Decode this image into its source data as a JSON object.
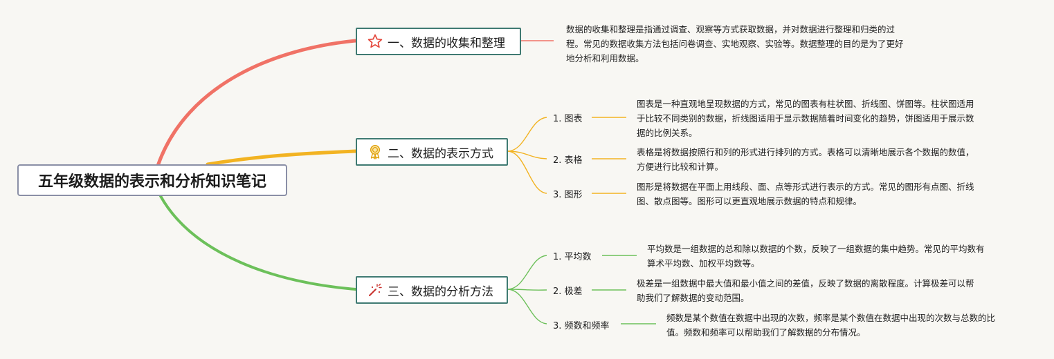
{
  "root": {
    "title": "五年级数据的表示和分析知识笔记"
  },
  "branches": [
    {
      "title": "一、数据的收集和整理",
      "icon": "star-icon",
      "color": "#f07266",
      "description": "数据的收集和整理是指通过调查、观察等方式获取数据，并对数据进行整理和归类的过程。常见的数据收集方法包括问卷调查、实地观察、实验等。数据整理的目的是为了更好地分析和利用数据。"
    },
    {
      "title": "二、数据的表示方式",
      "icon": "award-ribbon-icon",
      "color": "#f2b322",
      "items": [
        {
          "label": "1. 图表",
          "description": "图表是一种直观地呈现数据的方式，常见的图表有柱状图、折线图、饼图等。柱状图适用于比较不同类别的数据，折线图适用于显示数据随着时间变化的趋势，饼图适用于展示数据的比例关系。"
        },
        {
          "label": "2. 表格",
          "description": "表格是将数据按照行和列的形式进行排列的方式。表格可以清晰地展示各个数据的数值，方便进行比较和计算。"
        },
        {
          "label": "3. 图形",
          "description": "图形是将数据在平面上用线段、面、点等形式进行表示的方式。常见的图形有点图、折线图、散点图等。图形可以更直观地展示数据的特点和规律。"
        }
      ]
    },
    {
      "title": "三、数据的分析方法",
      "icon": "magic-wand-icon",
      "color": "#6cc05a",
      "items": [
        {
          "label": "1. 平均数",
          "description": "平均数是一组数据的总和除以数据的个数，反映了一组数据的集中趋势。常见的平均数有算术平均数、加权平均数等。"
        },
        {
          "label": "2. 极差",
          "description": "极差是一组数据中最大值和最小值之间的差值，反映了数据的离散程度。计算极差可以帮助我们了解数据的变动范围。"
        },
        {
          "label": "3. 频数和频率",
          "description": "频数是某个数值在数据中出现的次数，频率是某个数值在数据中出现的次数与总数的比值。频数和频率可以帮助我们了解数据的分布情况。"
        }
      ]
    }
  ]
}
